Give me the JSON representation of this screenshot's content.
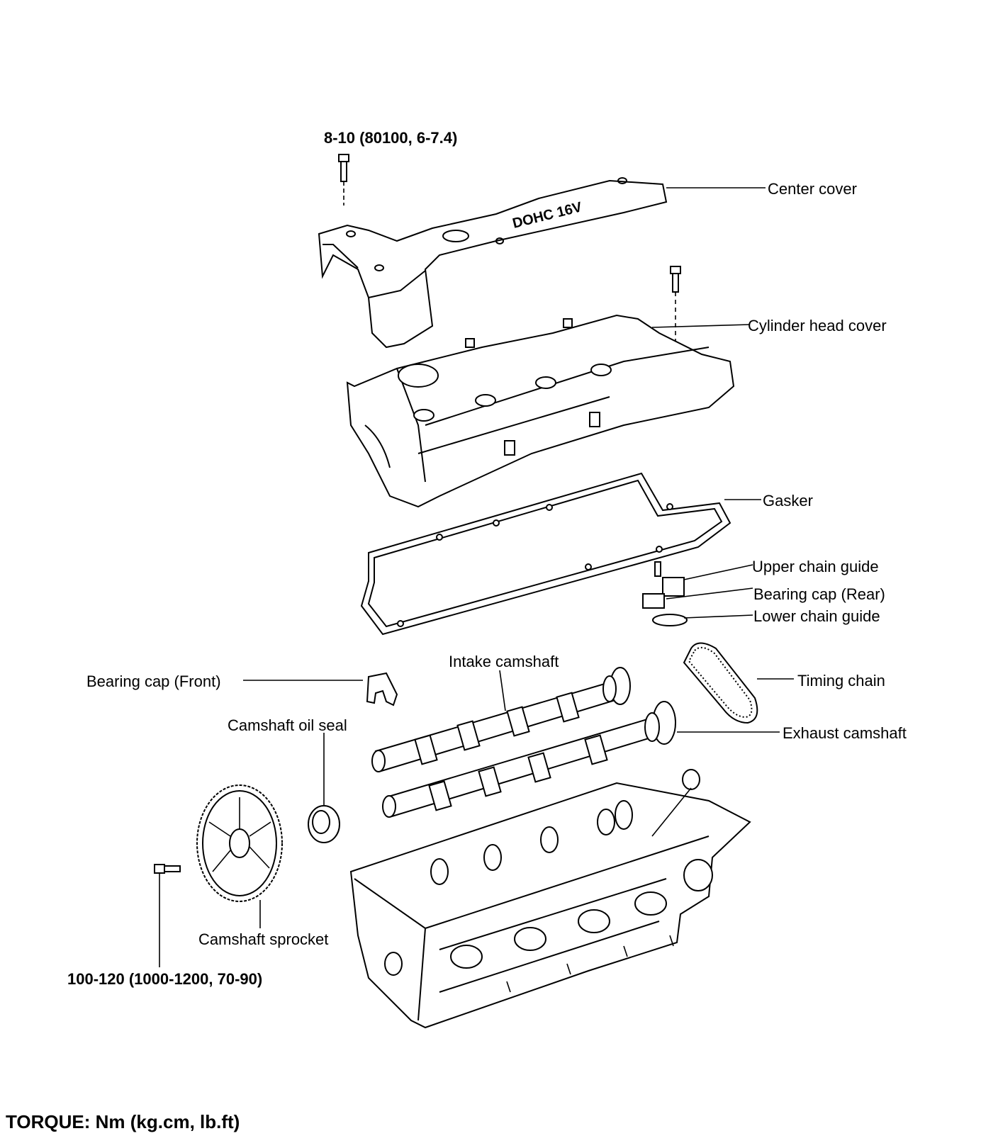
{
  "torque_specs": {
    "cover_bolt": "8-10 (80100, 6-7.4)",
    "sprocket_bolt": "100-120 (1000-1200, 70-90)"
  },
  "labels": {
    "center_cover": "Center cover",
    "cylinder_head_cover": "Cylinder head cover",
    "gasket": "Gasker",
    "upper_chain_guide": "Upper chain guide",
    "bearing_cap_rear": "Bearing cap (Rear)",
    "lower_chain_guide": "Lower  chain guide",
    "intake_camshaft": "Intake camshaft",
    "bearing_cap_front": "Bearing cap (Front)",
    "timing_chain": "Timing chain",
    "camshaft_oil_seal": "Camshaft oil seal",
    "exhaust_camshaft": "Exhaust camshaft",
    "camshaft_sprocket": "Camshaft sprocket"
  },
  "center_cover_emblem": "DOHC 16V",
  "footer": {
    "torque_prefix": "TORQUE:",
    "torque_units": "Nm (kg.cm, lb.ft)"
  }
}
